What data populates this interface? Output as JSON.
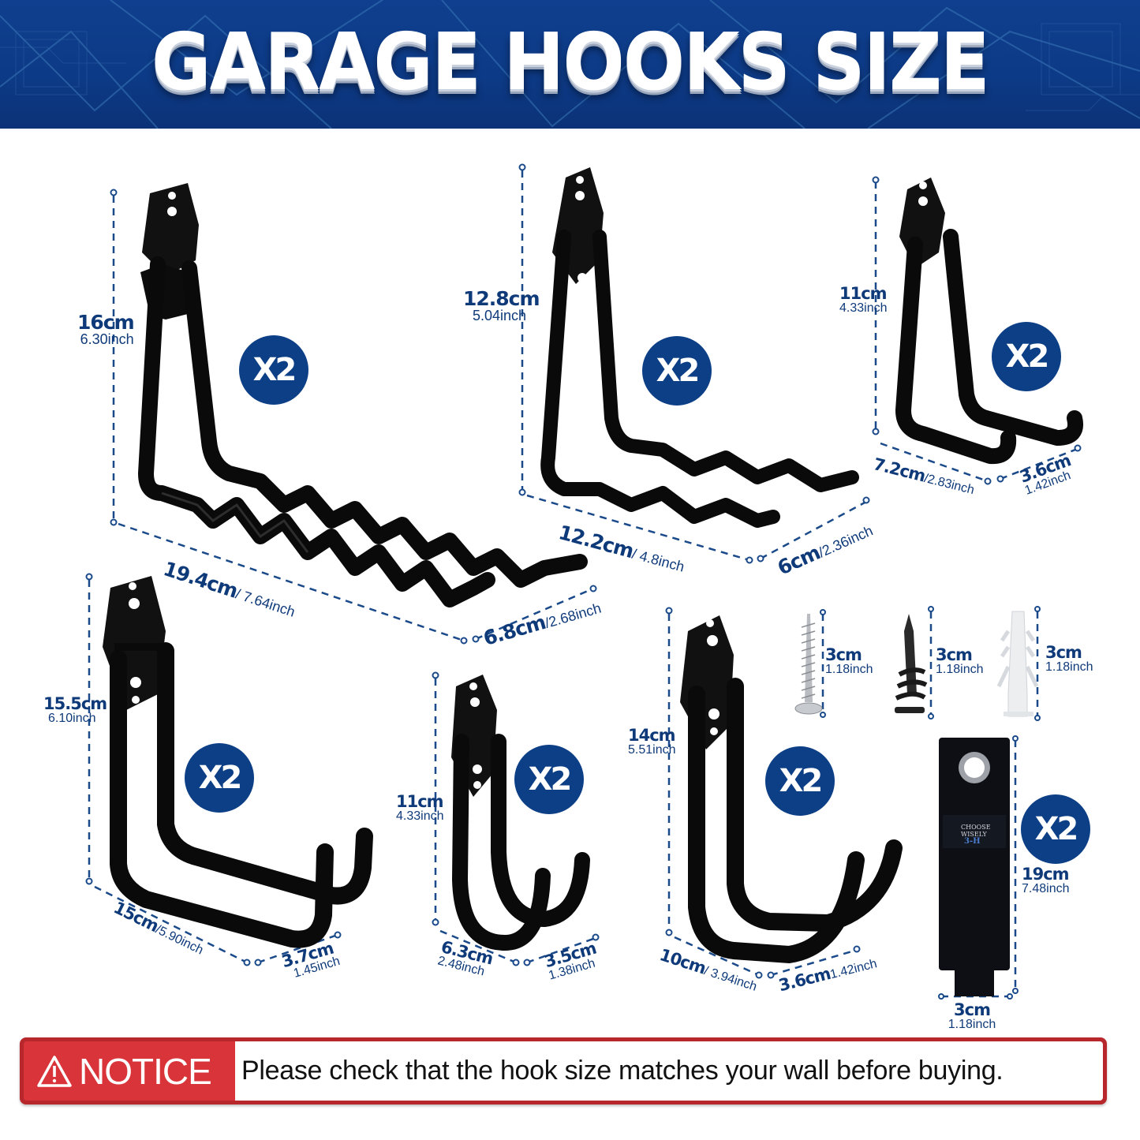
{
  "header": {
    "title": "GARAGE HOOKS SIZE",
    "background_color": "#0d3a86"
  },
  "colors": {
    "label_blue": "#0f3a7a",
    "badge_blue": "#0c3f86",
    "notice_red": "#d9343a",
    "notice_border": "#b8272b"
  },
  "products": [
    {
      "name": "Large wavy double hook",
      "quantity": "X2",
      "height": {
        "cm": "16cm",
        "inch": "6.30inch"
      },
      "length": {
        "cm": "19.4cm",
        "inch": "/ 7.64inch"
      },
      "width": {
        "cm": "6.8cm",
        "inch": "/2.68inch"
      }
    },
    {
      "name": "Medium wavy double hook",
      "quantity": "X2",
      "height": {
        "cm": "12.8cm",
        "inch": "5.04inch"
      },
      "length": {
        "cm": "12.2cm",
        "inch": "/ 4.8inch"
      },
      "width": {
        "cm": "6cm",
        "inch": "/2.36inch"
      }
    },
    {
      "name": "Small L double hook",
      "quantity": "X2",
      "height": {
        "cm": "11cm",
        "inch": "4.33inch"
      },
      "length": {
        "cm": "7.2cm",
        "inch": "/2.83inch"
      },
      "width": {
        "cm": "3.6cm",
        "inch": "1.42inch"
      }
    },
    {
      "name": "Large U utility hook",
      "quantity": "X2",
      "height": {
        "cm": "15.5cm",
        "inch": "6.10inch"
      },
      "length": {
        "cm": "15cm",
        "inch": "/5.90inch"
      },
      "width": {
        "cm": "3.7cm",
        "inch": "1.45inch"
      }
    },
    {
      "name": "Small J double hook",
      "quantity": "X2",
      "height": {
        "cm": "11cm",
        "inch": "4.33inch"
      },
      "length": {
        "cm": "6.3cm",
        "inch": "2.48inch"
      },
      "width": {
        "cm": "3.5cm",
        "inch": "1.38inch"
      }
    },
    {
      "name": "Medium J double hook",
      "quantity": "X2",
      "height": {
        "cm": "14cm",
        "inch": "5.51inch"
      },
      "length": {
        "cm": "10cm",
        "inch": "/ 3.94inch"
      },
      "width": {
        "cm": "3.6cm",
        "inch": "1.42inch"
      }
    }
  ],
  "hardware": [
    {
      "name": "Screw",
      "height": {
        "cm": "3cm",
        "inch": "1.18inch"
      }
    },
    {
      "name": "Drywall anchor",
      "height": {
        "cm": "3cm",
        "inch": "1.18inch"
      }
    },
    {
      "name": "Plastic anchor",
      "height": {
        "cm": "3cm",
        "inch": "1.18inch"
      }
    }
  ],
  "strap": {
    "name": "Storage strap",
    "quantity": "X2",
    "logo_line1": "CHOOSE",
    "logo_line2": "WISELY",
    "logo_mark": "3-H",
    "height": {
      "cm": "19cm",
      "inch": "7.48inch"
    },
    "width": {
      "cm": "3cm",
      "inch": "1.18inch"
    }
  },
  "notice": {
    "icon": "warning-triangle-icon",
    "label": "NOTICE",
    "message": "Please check that the hook size matches your wall before buying."
  }
}
